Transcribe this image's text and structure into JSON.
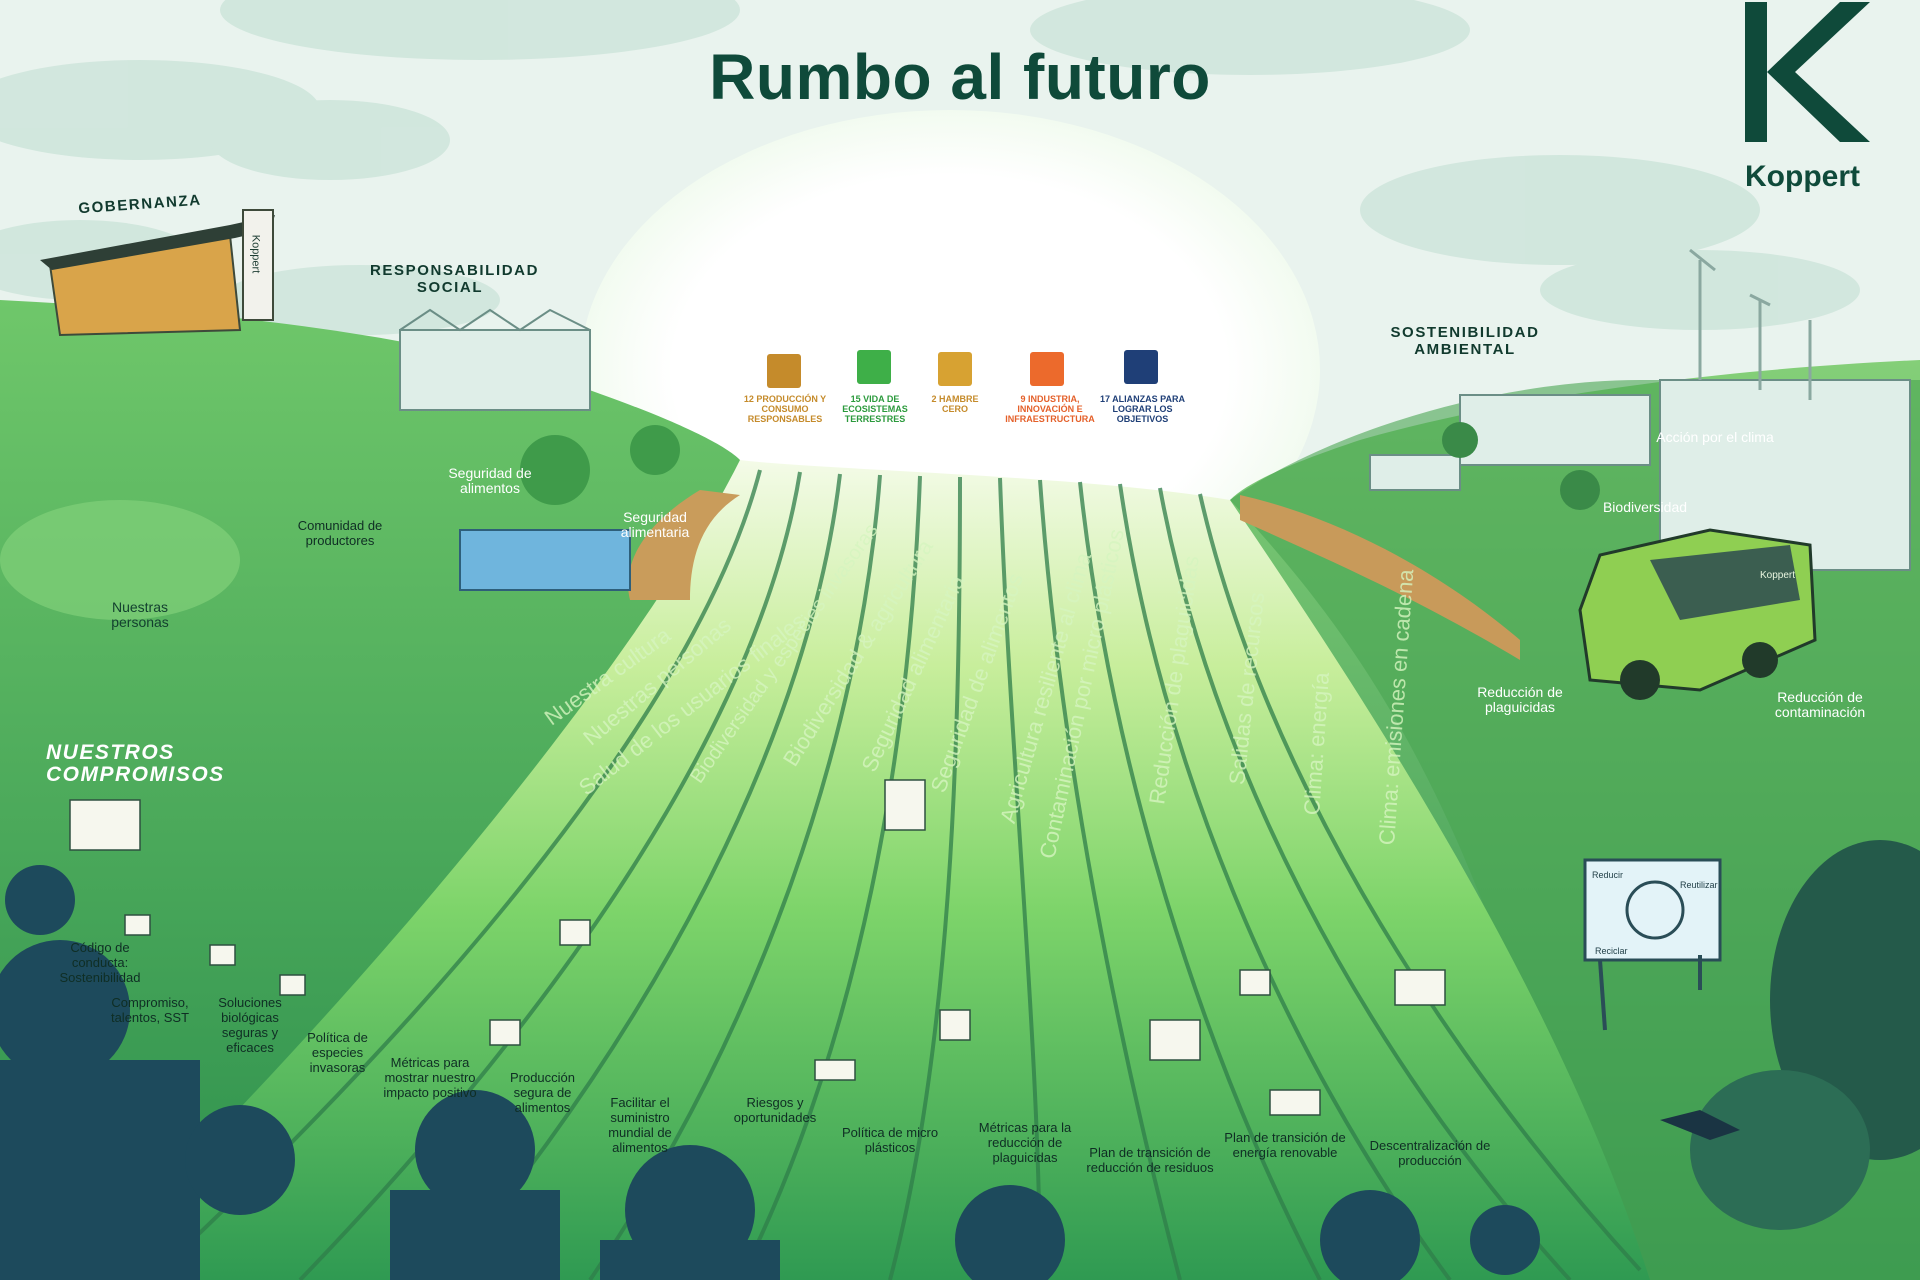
{
  "title": "Rumbo al futuro",
  "logo": {
    "brand": "Koppert",
    "icon": "koppert-k-logo"
  },
  "sections": {
    "governance": "GOBERNANZA",
    "social": "RESPONSABILIDAD SOCIAL",
    "environmental": "SOSTENIBILIDAD AMBIENTAL",
    "commitments": "NUESTROS COMPROMISOS"
  },
  "building_sign": "Koppert",
  "van_sign": "Koppert",
  "sdgs": [
    {
      "label": "12 PRODUCCIÓN Y CONSUMO RESPONSABLES",
      "color": "#c58b2b"
    },
    {
      "label": "15 VIDA DE ECOSISTEMAS TERRESTRES",
      "color": "#3eaf48"
    },
    {
      "label": "2 HAMBRE CERO",
      "color": "#d7a232"
    },
    {
      "label": "9 INDUSTRIA, INNOVACIÓN E INFRAESTRUCTURA",
      "color": "#ec6a2c"
    },
    {
      "label": "17 ALIANZAS PARA LOGRAR LOS OBJETIVOS",
      "color": "#1f3f77"
    }
  ],
  "scene_labels": {
    "nuestras_personas": "Nuestras personas",
    "comunidad": "Comunidad de productores",
    "seguridad_alimentos": "Seguridad de alimentos",
    "seguridad_alimentaria": "Seguridad alimentaria",
    "accion_clima": "Acción por el clima",
    "biodiversidad": "Biodiversidad",
    "reduccion_plaguicidas": "Reducción de plaguicidas",
    "reduccion_contaminacion": "Reducción de contaminación",
    "sign_reducir": "Reducir",
    "sign_reutilizar": "Reutilizar",
    "sign_reciclar": "Reciclar"
  },
  "lanes": [
    "Nuestra cultura",
    "Nuestras personas",
    "Salud de los usuarios finales",
    "Biodiversidad y especies invasoras",
    "Biodiversidad & agricultura",
    "Seguridad alimentaria",
    "Seguridad de alimentos",
    "Agricultura resiliente al clima",
    "Contaminación por micro plásticos",
    "Reducción de plaguicidas",
    "Salidas de recursos",
    "Clima: energía",
    "Clima: emisiones en cadena"
  ],
  "commitments": [
    "Código de conducta: Sostenibilidad",
    "Compromiso, talentos, SST",
    "Soluciones biológicas seguras y eficaces",
    "Política de especies invasoras",
    "Métricas para mostrar nuestro impacto positivo",
    "Producción segura de alimentos",
    "Facilitar el suministro mundial de alimentos",
    "Riesgos y oportunidades",
    "Política de micro plásticos",
    "Métricas para la reducción de plaguicidas",
    "Plan de transición de reducción de residuos",
    "Plan de transición de energía renovable",
    "Descentralización de producción"
  ],
  "colors": {
    "title": "#0f4a3a",
    "grass_dark": "#2f9a52",
    "grass_light": "#7fd36a",
    "sky": "#eaf4ee"
  }
}
